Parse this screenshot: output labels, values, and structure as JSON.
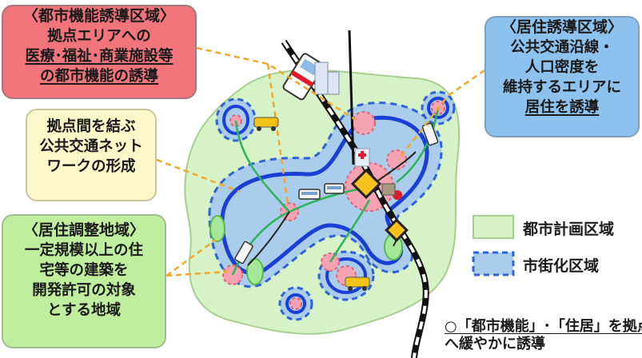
{
  "callouts": {
    "urban_function": {
      "title": "〈都市機能誘導区域〉",
      "lines": [
        "拠点エリアへの",
        "医療･福祉･商業施設等",
        "の都市機能の誘導"
      ]
    },
    "residential": {
      "title": "〈居住誘導区域〉",
      "lines": [
        "公共交通沿線・",
        "人口密度を",
        "維持するエリアに",
        "居住を誘導"
      ]
    },
    "network": {
      "lines": [
        "拠点間を結ぶ",
        "公共交通ネット",
        "ワークの形成"
      ]
    },
    "adjustment": {
      "title": "〈居住調整地域〉",
      "lines": [
        "一定規模以上の住",
        "宅等の建築を",
        "開発許可の対象",
        "とする地域"
      ]
    }
  },
  "legend": {
    "city_planning_area": "都市計画区域",
    "urbanization_area": "市街化区域"
  },
  "caption": {
    "line1": "○「都市機能」･「住居」を拠点",
    "line2": "へ緩やかに誘導"
  },
  "colors": {
    "urban_function_box": "#f2757c",
    "residential_box": "#8ec2ee",
    "network_box": "#fcf7c8",
    "adjustment_box": "#bfef9e",
    "city_area_fill": "#d6f2c6",
    "urbanization_fill": "#a9cdea",
    "residential_zone_stroke": "#1a3fd6",
    "center_zone_fill": "#f5a3b3",
    "leader_line": "#f2a72c",
    "bus_line": "#2fb35a",
    "railway": "#111111"
  },
  "icons": [
    "train-icon",
    "bus-icon",
    "taxi-icon",
    "hospital-building-icon",
    "station-marker-icon",
    "truck-icon"
  ]
}
